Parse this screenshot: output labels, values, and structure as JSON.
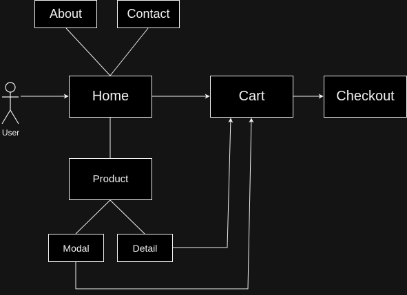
{
  "colors": {
    "background": "#141414",
    "node_fill": "#000000",
    "stroke": "#f0f0f0",
    "text": "#f0f0f0"
  },
  "actor": {
    "label": "User",
    "icon": "stick-figure-icon"
  },
  "nodes": {
    "about": "About",
    "contact": "Contact",
    "home": "Home",
    "cart": "Cart",
    "checkout": "Checkout",
    "product": "Product",
    "modal": "Modal",
    "detail": "Detail"
  },
  "edges": [
    {
      "from": "user",
      "to": "home",
      "arrow": true
    },
    {
      "from": "home",
      "to": "cart",
      "arrow": true
    },
    {
      "from": "cart",
      "to": "checkout",
      "arrow": true
    },
    {
      "from": "home",
      "to": "about",
      "arrow": false
    },
    {
      "from": "home",
      "to": "contact",
      "arrow": false
    },
    {
      "from": "home",
      "to": "product",
      "arrow": false
    },
    {
      "from": "product",
      "to": "modal",
      "arrow": false
    },
    {
      "from": "product",
      "to": "detail",
      "arrow": false
    },
    {
      "from": "detail",
      "to": "cart",
      "arrow": true
    },
    {
      "from": "modal",
      "to": "cart",
      "arrow": true
    }
  ]
}
